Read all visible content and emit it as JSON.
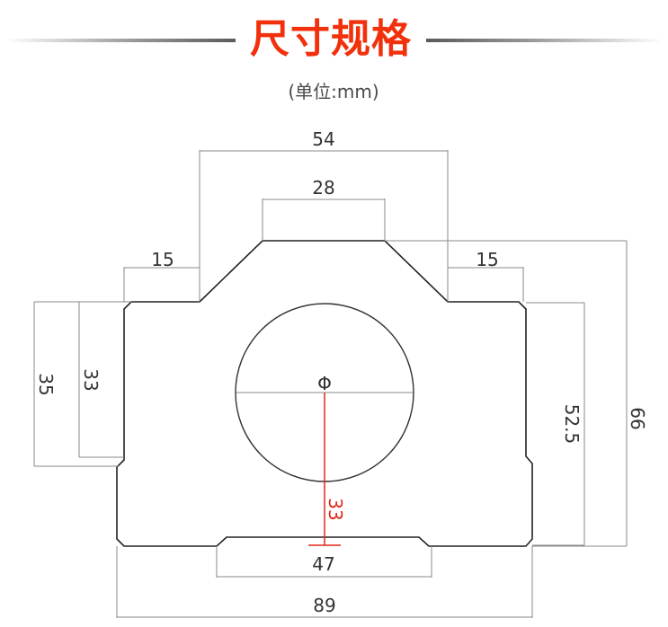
{
  "title": "尺寸规格",
  "unit_note": "(单位:mm)",
  "dimensions": {
    "top_width": "54",
    "top_flat": "28",
    "left_step": "15",
    "right_step": "15",
    "left_height_outer": "35",
    "left_height_inner": "33",
    "diameter_symbol": "Φ",
    "center_height": "33",
    "right_height": "52.5",
    "total_height": "66",
    "bottom_flat": "47",
    "total_width": "89"
  },
  "colors": {
    "title": "#f2300c",
    "center_dimension": "#e0261a"
  }
}
